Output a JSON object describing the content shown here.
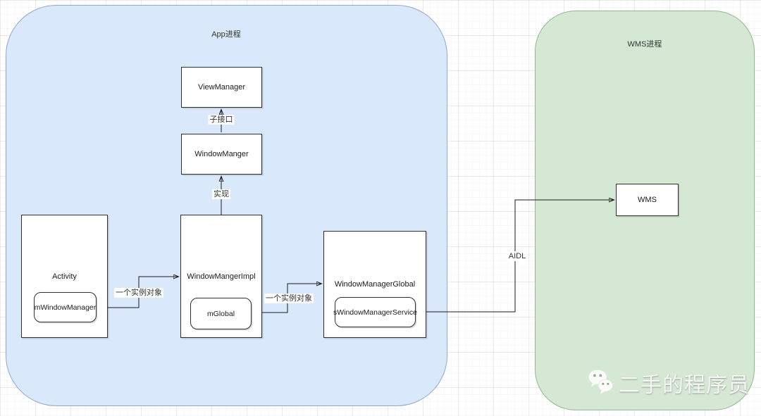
{
  "diagram": {
    "containers": {
      "app": {
        "label": "App进程",
        "fill": "#dae8fc",
        "border": "#8fa8ca"
      },
      "wms": {
        "label": "WMS进程",
        "fill": "#d5e8d4",
        "border": "#93b791"
      }
    },
    "nodes": {
      "view_manager": {
        "label": "ViewManager"
      },
      "window_manger": {
        "label": "WindowManger"
      },
      "activity": {
        "label": "Activity"
      },
      "m_window_manager": {
        "label": "mWindowManager"
      },
      "window_manger_impl": {
        "label": "WindowMangerImpl"
      },
      "m_global": {
        "label": "mGlobal"
      },
      "window_manager_global": {
        "label": "WindowManagerGlobal"
      },
      "s_window_manager_service": {
        "label": "sWindowManagerService"
      },
      "wms": {
        "label": "WMS"
      }
    },
    "edges": {
      "sub_interface": {
        "label": "子接口",
        "from": "window_manger",
        "to": "view_manager"
      },
      "implement": {
        "label": "实现",
        "from": "window_manger_impl",
        "to": "window_manger"
      },
      "instance_1": {
        "label": "一个实例对象",
        "from": "m_window_manager",
        "to": "window_manger_impl"
      },
      "instance_2": {
        "label": "一个实例对象",
        "from": "m_global",
        "to": "window_manager_global"
      },
      "aidl": {
        "label": "AIDL",
        "from": "s_window_manager_service",
        "to": "wms"
      }
    },
    "connector_color": "#1a1a1a",
    "node_fill": "#ffffff",
    "watermark": {
      "text": "二手的程序员",
      "icon": "wechat-icon"
    }
  }
}
